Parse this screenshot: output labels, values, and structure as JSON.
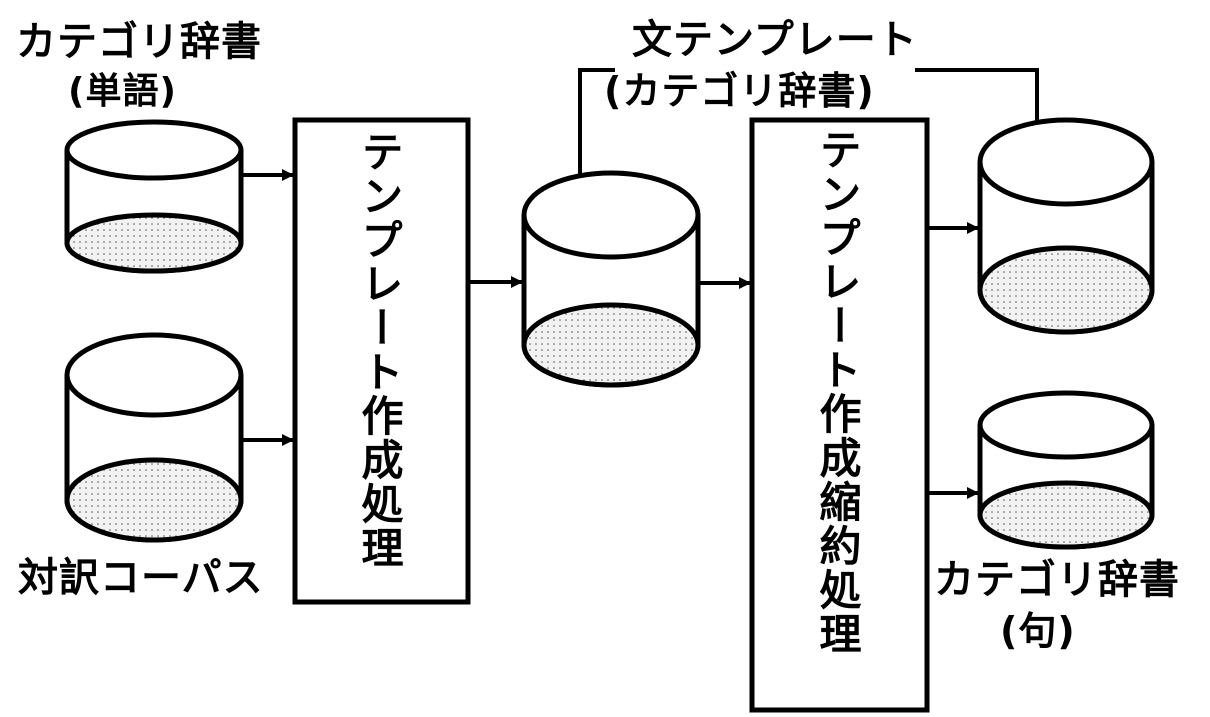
{
  "diagram": {
    "colors": {
      "stroke": "#000000",
      "fill": "#ffffff",
      "stipple": "#e6e6e6"
    },
    "databases": [
      {
        "id": "word-category-dict",
        "label": "カテゴリ辞書",
        "sublabel": "(単語)"
      },
      {
        "id": "parallel-corpus",
        "label": "対訳コーパス"
      },
      {
        "id": "sentence-template",
        "label": "文テンプレート",
        "sublabel": "(カテゴリ辞書)"
      },
      {
        "id": "template-output",
        "label": ""
      },
      {
        "id": "phrase-category-dict",
        "label": "カテゴリ辞書",
        "sublabel": "(句)"
      }
    ],
    "processes": [
      {
        "id": "template-creation",
        "label": "テンプレート作成処理"
      },
      {
        "id": "template-reduction",
        "label": "テンプレート作成縮約処理"
      }
    ]
  }
}
